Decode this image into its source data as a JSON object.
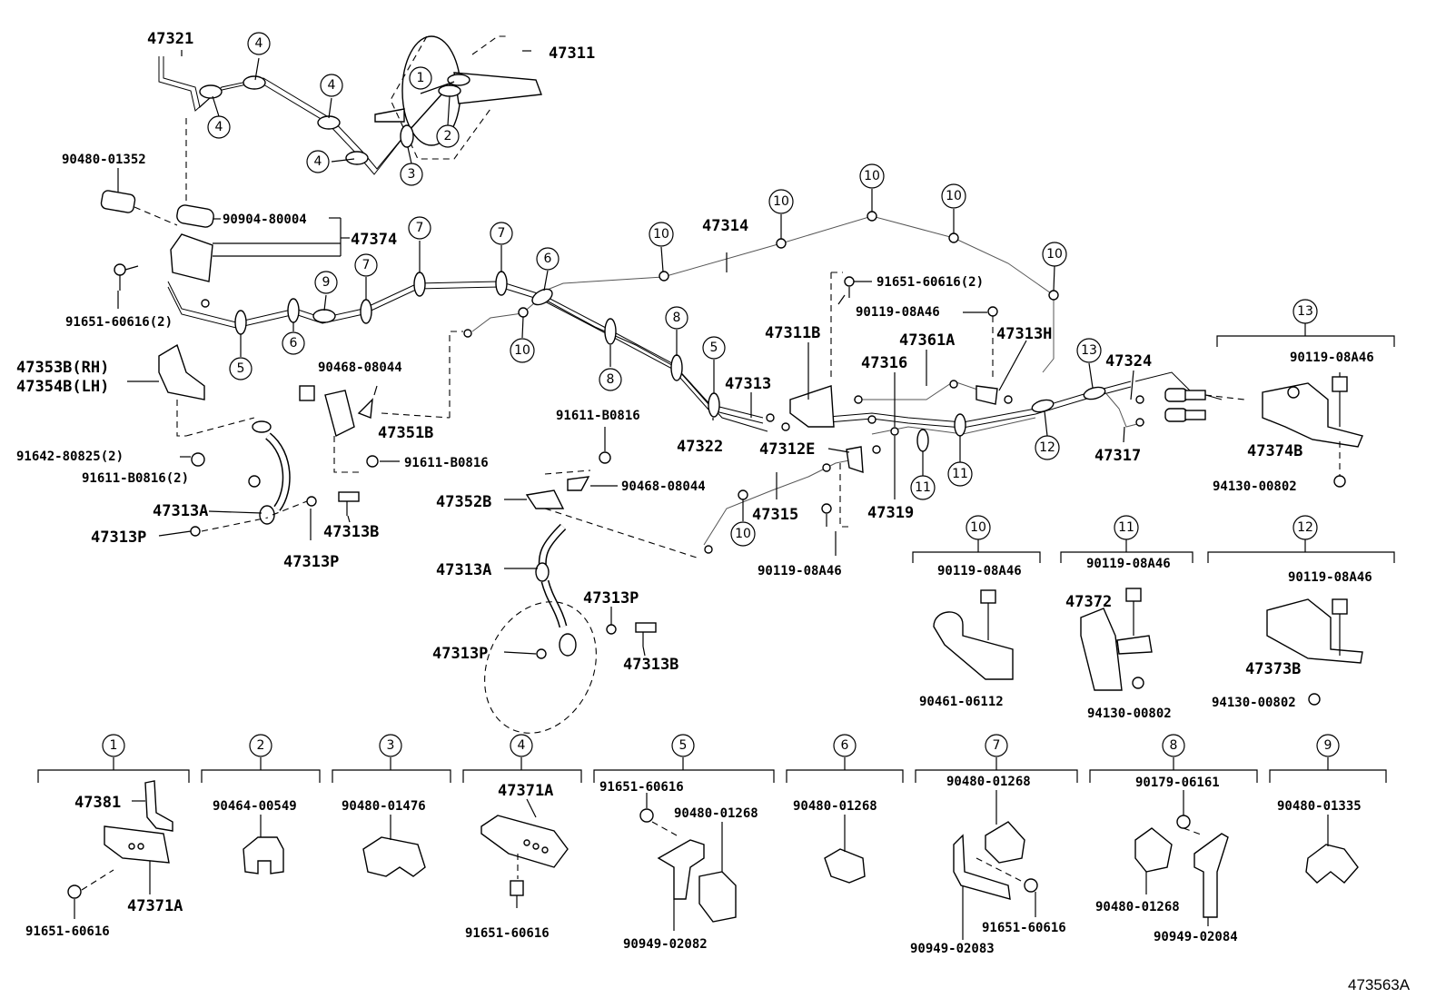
{
  "diagram_ref": "473563A",
  "upper_labels": {
    "p47321": "47321",
    "p47311": "47311",
    "p90480_01352": "90480-01352",
    "p90904_80004": "90904-80004",
    "p47374": "47374",
    "p91651_60616_2a": "91651-60616(2)",
    "p47353b": "47353B(RH)",
    "p47354b": "47354B(LH)",
    "p90468_08044a": "90468-08044",
    "p47351b": "47351B",
    "p91642_80825": "91642-80825(2)",
    "p91611_b0816_2": "91611-B0816(2)",
    "p91611_b0816a": "91611-B0816",
    "p47313a_1": "47313A",
    "p47313p_1": "47313P",
    "p47313b_1": "47313B",
    "p47313p_2": "47313P",
    "p47314": "47314",
    "p91611_b0816b": "91611-B0816",
    "p90468_08044b": "90468-08044",
    "p47352b": "47352B",
    "p47313a_2": "47313A",
    "p47313p_3": "47313P",
    "p47313p_4": "47313P",
    "p47313b_2": "47313B",
    "p47322": "47322",
    "p47313": "47313",
    "p47311b": "47311B",
    "p91651_60616_2b": "91651-60616(2)",
    "p90119_08a46_a": "90119-08A46",
    "p47361a": "47361A",
    "p47313h": "47313H",
    "p47316": "47316",
    "p47312e": "47312E",
    "p47315": "47315",
    "p90119_08a46_b": "90119-08A46",
    "p47319": "47319",
    "p47324": "47324",
    "p47317": "47317",
    "p90119_08a46_c": "90119-08A46",
    "p47374b": "47374B",
    "p94130_00802_a": "94130-00802",
    "p90119_08a46_d": "90119-08A46",
    "p90461_06112": "90461-06112",
    "p90119_08a46_e": "90119-08A46",
    "p47372": "47372",
    "p94130_00802_b": "94130-00802",
    "p90119_08a46_f": "90119-08A46",
    "p47373b": "47373B",
    "p94130_00802_c": "94130-00802"
  },
  "callouts": {
    "c1": "1",
    "c2": "2",
    "c3": "3",
    "c4": "4",
    "c5": "5",
    "c6": "6",
    "c7": "7",
    "c8": "8",
    "c9": "9",
    "c10": "10",
    "c11": "11",
    "c12": "12",
    "c13": "13"
  },
  "legend": {
    "l1_a": "47381",
    "l1_b": "47371A",
    "l1_c": "91651-60616",
    "l2_a": "90464-00549",
    "l3_a": "90480-01476",
    "l4_a": "47371A",
    "l4_b": "91651-60616",
    "l5_a": "91651-60616",
    "l5_b": "90480-01268",
    "l5_c": "90949-02082",
    "l6_a": "90480-01268",
    "l7_a": "90480-01268",
    "l7_b": "91651-60616",
    "l7_c": "90949-02083",
    "l8_a": "90179-06161",
    "l8_b": "90480-01268",
    "l8_c": "90949-02084",
    "l9_a": "90480-01335"
  }
}
